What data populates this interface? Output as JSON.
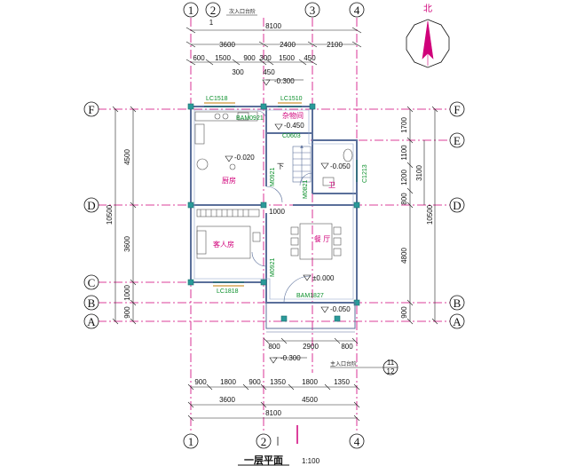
{
  "title": "一层平面",
  "scale": "1:100",
  "north_label": "北",
  "colors": {
    "gridline": "#d0007a",
    "wall": "#5a6f9a",
    "dimension": "#222222",
    "door_tag": "#0a8f2a",
    "room_label": "#d0007a",
    "accent": "#2a9a9a"
  },
  "axes_columns": [
    "1",
    "2",
    "3",
    "4"
  ],
  "axes_rows": [
    "F",
    "E",
    "D",
    "C",
    "B",
    "A"
  ],
  "top_dims": {
    "total": "8100",
    "row1": [
      "3600",
      "2400",
      "2100"
    ],
    "row2": [
      "600",
      "1500",
      "900",
      "300",
      "1500",
      "450"
    ],
    "small": [
      "300",
      "450"
    ]
  },
  "bottom_dims": {
    "row1": [
      "800",
      "2900",
      "800"
    ],
    "row2": [
      "900",
      "1800",
      "900",
      "1350",
      "1800",
      "1350"
    ],
    "row3": [
      "3600",
      "4500"
    ],
    "total": "8100"
  },
  "left_dims": {
    "total": "10500",
    "parts": [
      "4500",
      "3600",
      "1000",
      "900"
    ]
  },
  "right_dims": {
    "total": "10500",
    "parts": [
      "1700",
      "1100",
      "1200",
      "800",
      "4800",
      "900"
    ],
    "group": "3100"
  },
  "rooms": {
    "kitchen": "厨房",
    "dining": "餐 厅",
    "guest": "客人房",
    "wc": "卫",
    "storage": "杂物间"
  },
  "tags": {
    "lc_top_left": "LC1518",
    "lc_top_right": "LC1510",
    "lc_bottom": "LC1818",
    "bam_top": "BAM0921",
    "bam_bottom": "BAM1827",
    "c1_e": "C1213",
    "m_stair": "M0921",
    "m_wc": "M0821",
    "m_guest": "M0921",
    "c_store": "C0603"
  },
  "elevations": {
    "top": "-0.300",
    "kitchen": "-0.020",
    "storage": "-0.450",
    "wc": "-0.050",
    "dining": "±0.000",
    "porch": "-0.050",
    "bottom": "-0.300"
  },
  "notes": {
    "top_entrance": "次入口台阶",
    "bottom_entrance": "主入口台阶",
    "section_top": "1",
    "section_bottom": "11",
    "section_sheet": "12",
    "stair_up": "下",
    "door_width": "1000"
  }
}
